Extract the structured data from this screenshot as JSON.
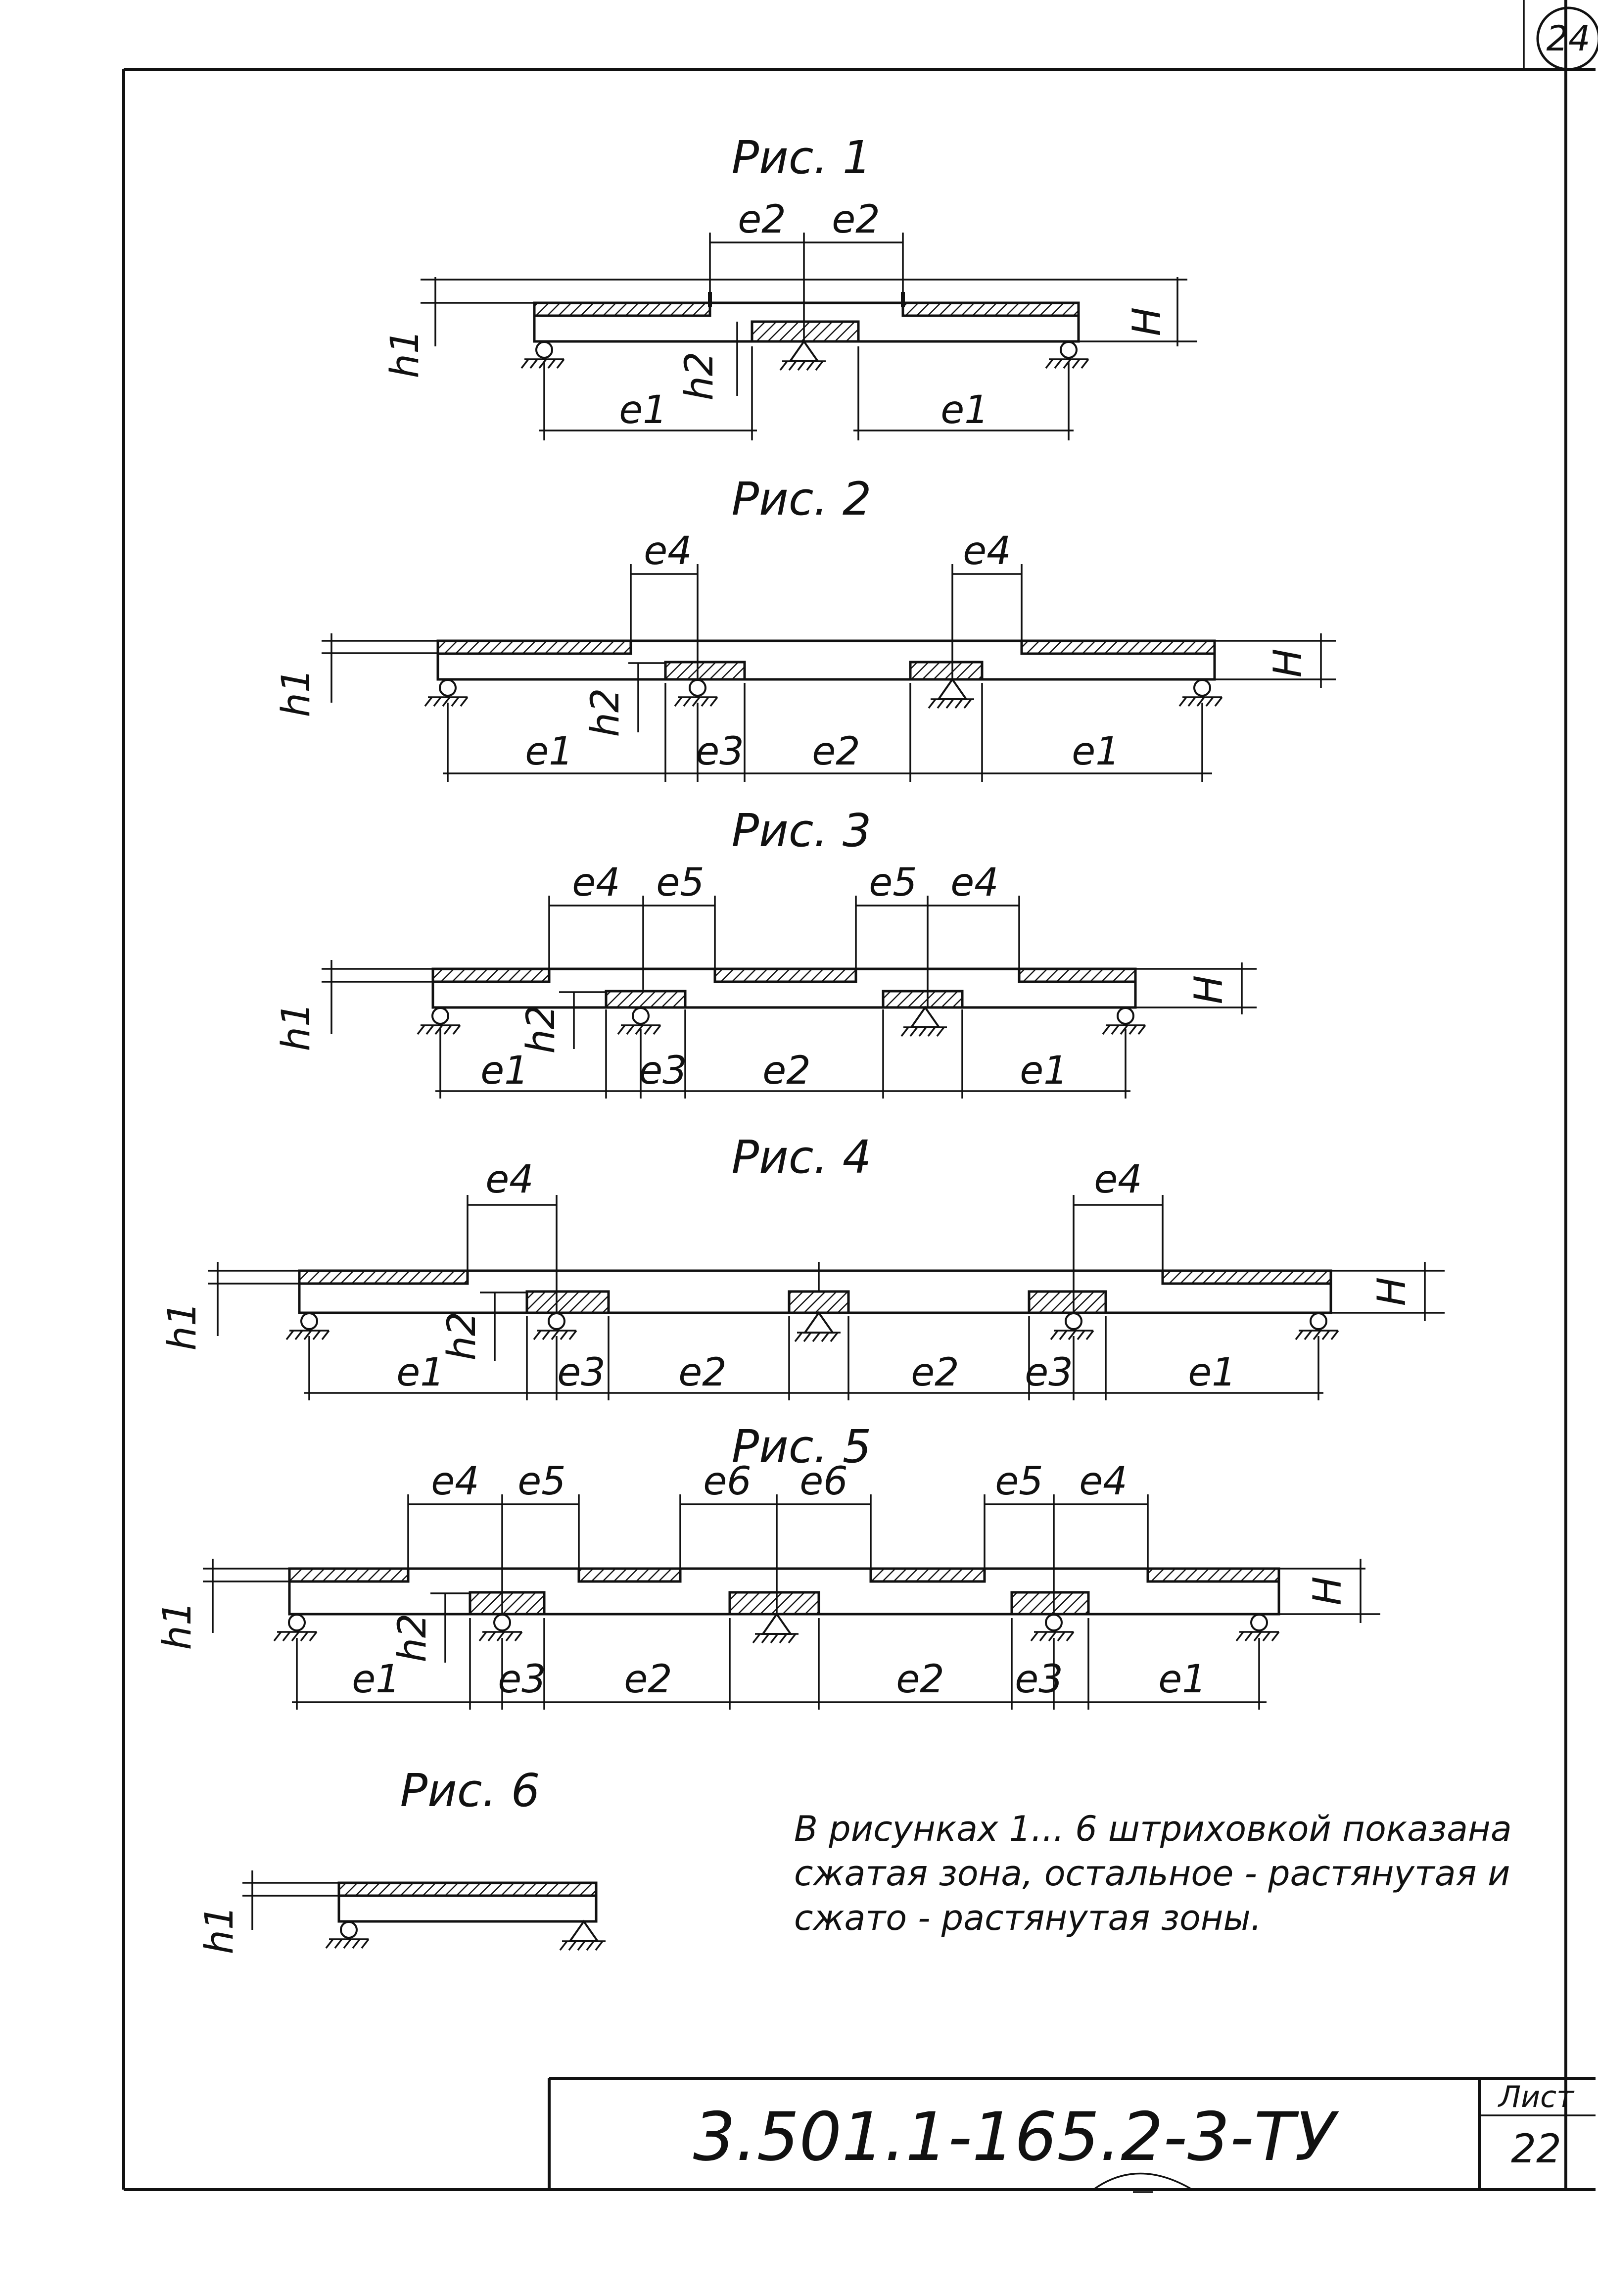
{
  "page_number": "24",
  "figures": [
    {
      "title": "Рис. 1",
      "dims": [
        "e2",
        "e2",
        "h1",
        "h2",
        "H",
        "e1",
        "e1"
      ]
    },
    {
      "title": "Рис. 2",
      "dims": [
        "e4",
        "e4",
        "h1",
        "h2",
        "H",
        "e1",
        "e3",
        "e2",
        "e1"
      ]
    },
    {
      "title": "Рис. 3",
      "dims": [
        "e4",
        "e5",
        "e5",
        "e4",
        "h1",
        "h2",
        "H",
        "e1",
        "e3",
        "e2",
        "e1"
      ]
    },
    {
      "title": "Рис. 4",
      "dims": [
        "e4",
        "e4",
        "h1",
        "h2",
        "H",
        "e1",
        "e3",
        "e2",
        "e2",
        "e3",
        "e1"
      ]
    },
    {
      "title": "Рис. 5",
      "dims": [
        "e4",
        "e5",
        "e6",
        "e6",
        "e5",
        "e4",
        "h1",
        "h2",
        "H",
        "e1",
        "e3",
        "e2",
        "e2",
        "e3",
        "e1"
      ]
    },
    {
      "title": "Рис. 6",
      "dims": [
        "h1"
      ]
    }
  ],
  "note_lines": [
    "В рисунках 1... 6 штриховкой показана",
    "сжатая зона, остальное - растянутая и",
    "сжато - растянутая зоны."
  ],
  "title_block": {
    "code": "3.501.1-165.2-3-ТУ",
    "sheet_label": "Лист",
    "sheet_number": "22"
  }
}
